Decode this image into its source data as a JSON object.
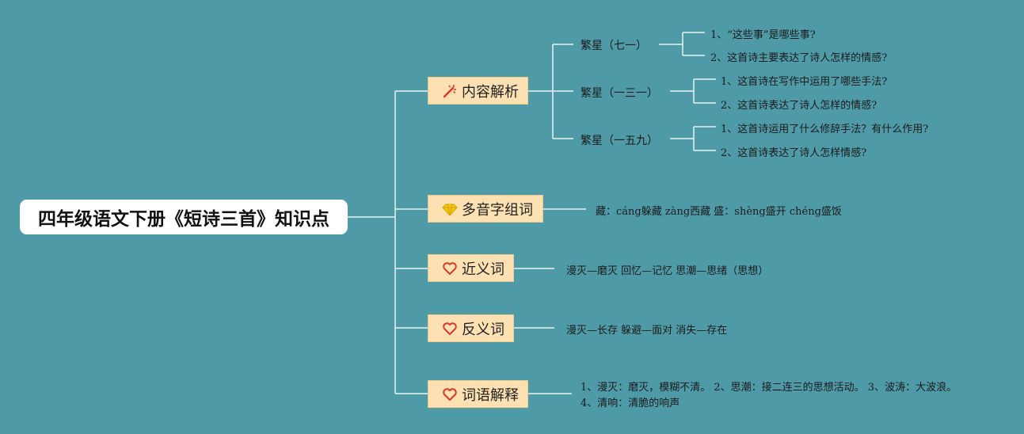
{
  "root": {
    "title": "四年级语文下册《短诗三首》知识点"
  },
  "branches": [
    {
      "label": "内容解析",
      "icon": "magic-wand-icon",
      "subs": [
        {
          "label": "繁星（七一）",
          "leaves": [
            "1、“这些事”是哪些事?",
            "2、这首诗主要表达了诗人怎样的情感?"
          ]
        },
        {
          "label": "繁星（一三一）",
          "leaves": [
            "1、这首诗在写作中运用了哪些手法?",
            "2、这首诗表达了诗人怎样的情感?"
          ]
        },
        {
          "label": "繁星（一五九）",
          "leaves": [
            "1、这首诗运用了什么修辞手法？有什么作用?",
            "2、这首诗表达了诗人怎样情感?"
          ]
        }
      ]
    },
    {
      "label": "多音字组词",
      "icon": "diamond-icon",
      "text": "藏：cáng躲藏 zàng西藏 盛：shèng盛开 chéng盛饭"
    },
    {
      "label": "近义词",
      "icon": "heart-icon",
      "text": "漫灭—磨灭 回忆—记忆 思潮—思绪（思想）"
    },
    {
      "label": "反义词",
      "icon": "heart-icon",
      "text": "漫灭—长存 躲避—面对 消失—存在"
    },
    {
      "label": "词语解释",
      "icon": "heart-icon",
      "text": "1、漫灭：磨灭，模糊不清。 2、思潮：接二连三的思想活动。 3、波涛：大波浪。 4、清响：清脆的响声"
    }
  ],
  "colors": {
    "background": "#4f9aa7",
    "node_fill": "#fde1b3",
    "line": "#e8f2f4",
    "icon_red": "#d93a2b",
    "icon_yellow": "#f5c518"
  }
}
